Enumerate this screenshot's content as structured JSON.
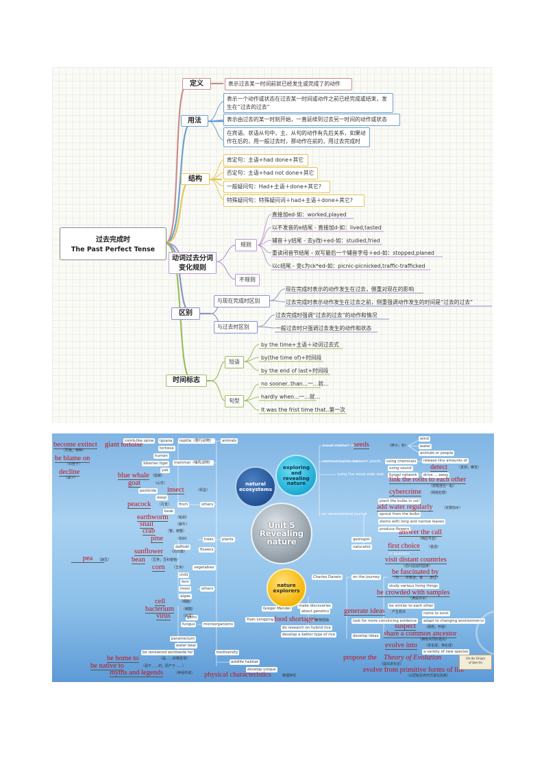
{
  "map1": {
    "root": {
      "line1": "过去完成时",
      "line2": "The Past Perfect Tense"
    },
    "definition": {
      "label": "定义",
      "text": "表示过去某一时间前就已经发生或完成了的动作"
    },
    "usage": {
      "label": "用法",
      "items": [
        "表示一个动作或状态在过去某一时间或动作之前已经完成或结束，发生在“过去的过去”",
        "表示由过去的某一时刻开始，一直延续到过去另一时间的动作或状态",
        "在宾语、状语从句中，主、从句的动作有先后关系，如果动作在后的，用一般过去时，那动作在前的，用过去完成时"
      ]
    },
    "structure": {
      "label": "结构",
      "items": [
        "肯定句：主语+had done+其它",
        "否定句：主语+had not done+其它",
        "一般疑问句：Had+主语＋done+其它?",
        "特殊疑问句：特殊疑问词＋had+主语＋done+其它?"
      ]
    },
    "participle": {
      "label_line1": "动词过去分词",
      "label_line2": "变化规则",
      "regular": {
        "label": "规则",
        "items": [
          "直接加ed-如：worked,played",
          "以不发音的e结尾 - 直接加d-如：lived,tasted",
          "辅音＋y结尾 - 去y改i+ed-如：studied,fried",
          "重读闭音节结尾 - 双写最后一个辅音字母＋ed-如：stopped,planed",
          "以c结尾 - 变c为ck*ed-如：picnic-picnicked,traffic-trafficked"
        ]
      },
      "irregular": {
        "label": "不规则"
      }
    },
    "difference": {
      "label": "区别",
      "present_perfect": {
        "label": "与现在完成时区别",
        "items": [
          "现在完成时表示的动作发生在过去，侧重对现在的影响",
          "过去完成时表示动作发生在过去之前，侧重强调动作发生的时间是“过去的过去”"
        ]
      },
      "past_simple": {
        "label": "与过去时区别",
        "items": [
          "过去完成时强调“过去的过去”的动作和情况",
          "一般过去时只强调过去发生的动作和状态"
        ]
      }
    },
    "time_markers": {
      "label": "时间标志",
      "phrases": {
        "label": "短语",
        "items": [
          "by the time+主语＋动词过去式",
          "by(the time of)+时间段",
          "by the end of last+时间段"
        ]
      },
      "sentences": {
        "label": "句型",
        "items": [
          "no sooner..than...一...就...",
          "hardly when...一...就...",
          "It was the frist time that..第一次"
        ]
      }
    }
  },
  "map2": {
    "center": {
      "line1": "Unit 5",
      "line2": "Revealing",
      "line3": "nature"
    },
    "bubble_ecosystems": {
      "line1": "natural",
      "line2": "ecosystems"
    },
    "bubble_exploring": {
      "line1": "exploring",
      "line2": "and",
      "line3": "revealing",
      "line4": "nature"
    },
    "bubble_explorers": {
      "line1": "nature",
      "line2": "explorers"
    },
    "left": {
      "animals": "animals",
      "reptile": "reptile（爬行动物）",
      "mammal": "mammal（哺乳动物）",
      "others_animals": "others",
      "comb_spine": "comb-like spine",
      "iguana": "iguana",
      "tortoise": "tortoise",
      "human": "human",
      "siberian": "Siberian tiger",
      "yak": "yak",
      "pesticide": "pesticide",
      "wasp": "wasp",
      "finch": "finch",
      "beak": "beak",
      "plants": "plants",
      "trees": "trees",
      "flowers": "flowers",
      "vegetables": "vegetables",
      "others_plants": "others",
      "daffodil": "daffodil",
      "chilli": "chilli",
      "fern": "fern",
      "moss": "moss",
      "algae": "algae",
      "microorganisms": "microorganisms",
      "germ": "germ",
      "fungus": "fungus",
      "paramecium": "paramecium",
      "water_bear": "water bear",
      "renowned": "be renowned worldwide for",
      "biodiversity": "biodiversity",
      "wildlife_habitat": "wildlife habitat",
      "develop_unique": "develop unique"
    },
    "left_red": [
      {
        "en": "become extinct",
        "extra": "giant tortoise",
        "cn": "（灭绝；绝种）"
      },
      {
        "en": "be blame on",
        "cn": "（归咎于）"
      },
      {
        "en": "decline",
        "cn": "（减少）"
      },
      {
        "en": "blue whale",
        "cn": "（蓝鲸）"
      },
      {
        "en": "goat",
        "cn": "（山羊）"
      },
      {
        "en": "insect",
        "cn": "（昆虫）"
      },
      {
        "en": "peacock",
        "cn": "（孔雀）"
      },
      {
        "en": "earthworm",
        "cn": "（蚯蚓）"
      },
      {
        "en": "snail",
        "cn": "（蜗牛）"
      },
      {
        "en": "crab",
        "cn": "（蟹；螃蟹）"
      },
      {
        "en": "pine",
        "cn": "（松树）"
      },
      {
        "en": "sunflower",
        "cn": "（向日葵）"
      },
      {
        "en": "pea",
        "cn": "（豌豆）"
      },
      {
        "en": "bean",
        "cn": "（豆类；豆科植物）"
      },
      {
        "en": "corn",
        "cn": "（玉米）"
      },
      {
        "en": "cell",
        "cn": "（细胞）"
      },
      {
        "en": "bacterium",
        "cn": "（细菌）"
      },
      {
        "en": "virus",
        "cn": "（病毒）"
      },
      {
        "en": "be home to",
        "cn": "（是……的栖息地）"
      },
      {
        "en": "be native to",
        "cn": "（源于……的；原产于……）"
      },
      {
        "en": "myths and legends",
        "cn": "（神话传说）"
      },
      {
        "en": "physical characteristics",
        "cn": "物理特性"
      }
    ],
    "right": {
      "travel_medium": "travel medium of",
      "seeds": "seeds",
      "seeds_cn": "（种子；籽）",
      "wind": "wind",
      "water": "water",
      "animals_people": "animals or people",
      "communication": "communication between plants",
      "using_chemicals": "using chemicals",
      "using_sound": "using sound",
      "release": "release tiny amounts of",
      "detect": "detect",
      "detect_cn": "（发现；察觉）",
      "wood_wide_web": "using the wood wide web",
      "fungal": "fungal network",
      "drive_away": "drive ... away",
      "link_roots": "link the roots to each other",
      "link_cn": "（把根连在一起）",
      "cybercrime": "cybercrime",
      "cyber_cn": "（网络犯罪）",
      "journal": "an observational journal",
      "plant_bulbs": "plant the bulbs in soil",
      "add_water": "add water regularly",
      "add_water_cn": "（定期加水）",
      "sprout": "sprout from the bulbs",
      "stems": "stems with long and narrow leaves",
      "produce_flowers": "produce flowers",
      "geologist": "geologist",
      "naturalist": "naturalist",
      "answer_call": "answer the call",
      "answer_cn": "（响应号召）",
      "first_choice": "first choice",
      "first_cn": "（首选）",
      "in_question": "in question",
      "visit": "visit distant countries",
      "visit_cn": "（访问遥远的国家）",
      "fascinated": "be fascinated by",
      "fascinated_cn": "（为……所着迷；被……迷住）",
      "charles": "Charles Darwin",
      "on_journey": "on the journey",
      "study_things": "study various living things",
      "crowded": "be crowded with samples",
      "crowded_cn": "（满是样本）",
      "similar": "be similar to each other",
      "generate": "generate ideas",
      "generate_cn": "产生想法",
      "come_exist": "come to exist",
      "adapt": "adapt to changing environments",
      "gregor": "Gregor Mendel",
      "make_discoveries": "make discoveries",
      "about_genetics": "about genetics",
      "yuan": "Yuan Longping",
      "food_shortages": "food shortages",
      "food_cn": "食物短缺",
      "hybrid": "do research on hybrid rice",
      "better_rice": "develop a better type of rice",
      "look_for": "look for more convincing evidence",
      "suspect": "suspect",
      "suspect_cn": "（猜想；怀疑）",
      "develop_ideas": "develop ideas",
      "share_ancestor": "share a common ancestor",
      "share_cn": "（拥有共同的祖先）",
      "evolve_into": "evolve into",
      "evolve_cn": "（进化成；演化成）",
      "variety": "a variety of new species",
      "propose": "propose the",
      "theory": "Theory of Evolution",
      "propose_cn": "（提出进化论）",
      "evolve_from": "evolve from primitive forms of life",
      "evolve_from_cn": "（从原始生命形式进化而来）",
      "book1": "On the Origin",
      "book2": "of Species"
    },
    "accent_red": "#c3121a"
  }
}
